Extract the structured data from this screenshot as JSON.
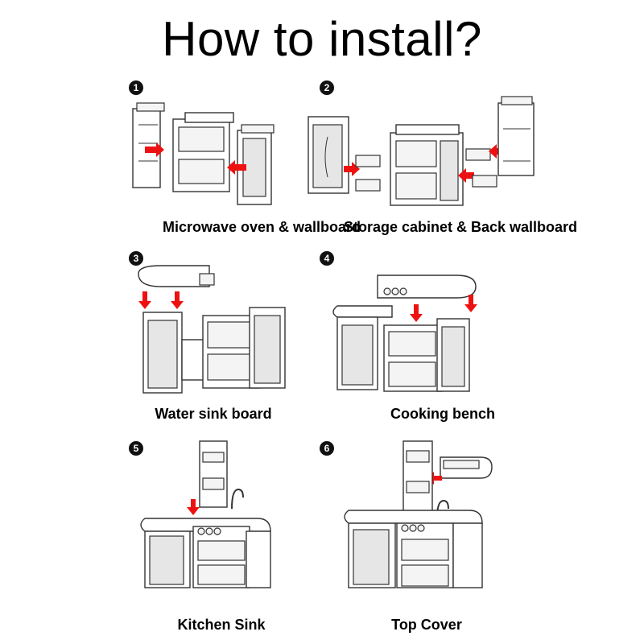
{
  "title": "How to install?",
  "steps": [
    {
      "number": "1",
      "caption": "Microwave oven & wallboard"
    },
    {
      "number": "2",
      "caption": "Storage cabinet & Back wallboard"
    },
    {
      "number": "3",
      "caption": "Water sink board"
    },
    {
      "number": "4",
      "caption": "Cooking bench"
    },
    {
      "number": "5",
      "caption": "Kitchen Sink"
    },
    {
      "number": "6",
      "caption": "Top Cover"
    }
  ],
  "colors": {
    "arrow": "#e11111",
    "line": "#333333"
  }
}
